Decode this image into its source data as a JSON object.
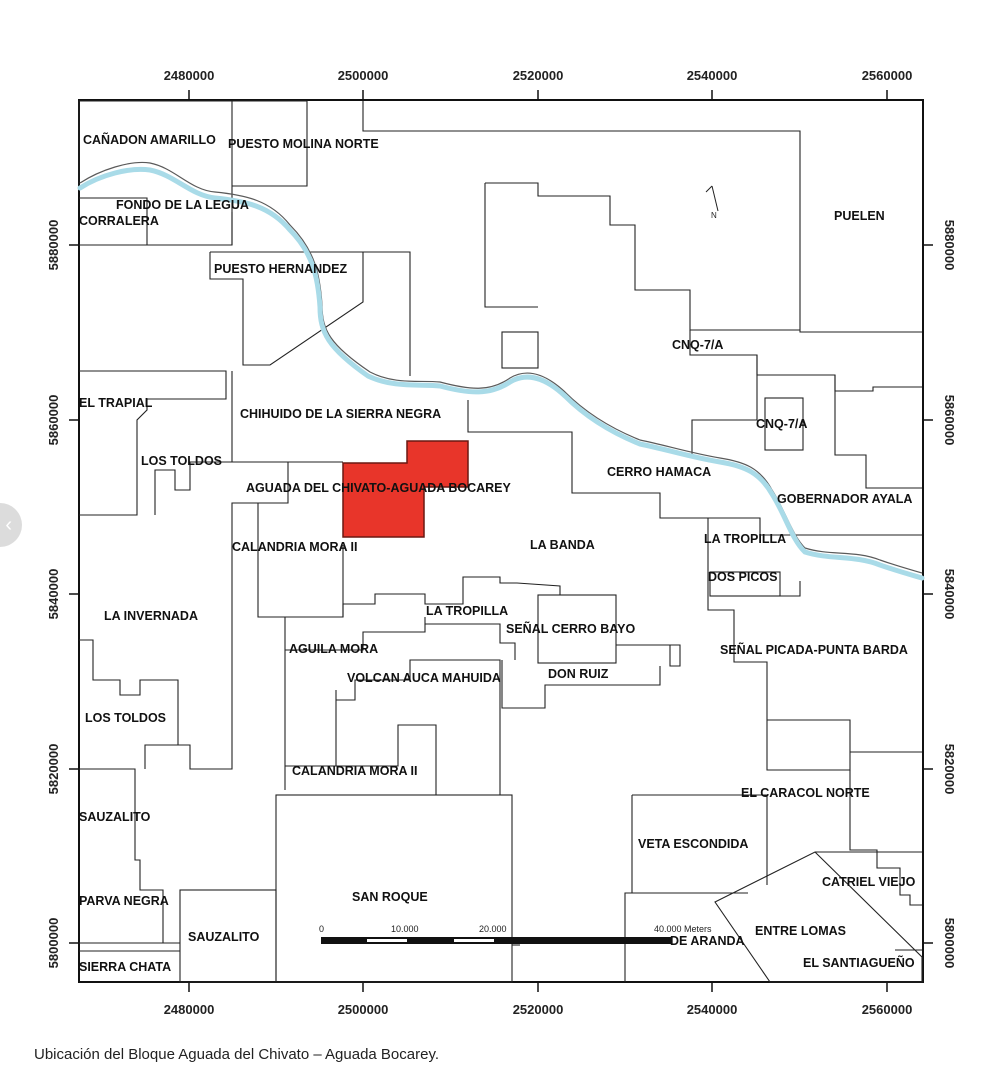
{
  "map": {
    "x_ticks": [
      "2480000",
      "2500000",
      "2520000",
      "2540000",
      "2560000"
    ],
    "y_ticks": [
      "5880000",
      "5860000",
      "5840000",
      "5820000",
      "5800000"
    ],
    "highlighted_block": "AGUADA DEL CHIVATO-AGUADA BOCAREY",
    "north_arrow_label": "N",
    "blocks": [
      "CAÑADON AMARILLO",
      "PUESTO MOLINA NORTE",
      "FONDO DE LA LEGUA",
      "CORRALERA",
      "PUELEN",
      "PUESTO HERNANDEZ",
      "CNQ-7/A",
      "EL TRAPIAL",
      "CHIHUIDO DE LA SIERRA NEGRA",
      "CNQ-7/A",
      "LOS TOLDOS",
      "AGUADA DEL CHIVATO-AGUADA BOCAREY",
      "CERRO HAMACA",
      "GOBERNADOR AYALA",
      "CALANDRIA MORA II",
      "LA BANDA",
      "LA TROPILLA",
      "DOS PICOS",
      "LA INVERNADA",
      "LA TROPILLA",
      "SEÑAL CERRO BAYO",
      "SEÑAL PICADA-PUNTA BARDA",
      "AGUILA MORA",
      "DON RUIZ",
      "VOLCAN AUCA MAHUIDA",
      "LOS TOLDOS",
      "CALANDRIA MORA II",
      "EL CARACOL NORTE",
      "SAUZALITO",
      "VETA ESCONDIDA",
      "CATRIEL VIEJO",
      "SAN ROQUE",
      "PARVA NEGRA",
      "SAUZALITO",
      "DE ARANDA",
      "ENTRE LOMAS",
      "SIERRA CHATA",
      "EL SANTIAGUEÑO"
    ],
    "scale_bar": {
      "labels": [
        "0",
        "10.000",
        "20.000",
        "40.000 Meters"
      ]
    },
    "colors": {
      "highlight": "#e8352a",
      "river": "#a9dbe8"
    }
  },
  "caption": "Ubicación del Bloque Aguada del Chivato – Aguada Bocarey.",
  "nav": {
    "prev_icon": "chevron-left-icon"
  }
}
